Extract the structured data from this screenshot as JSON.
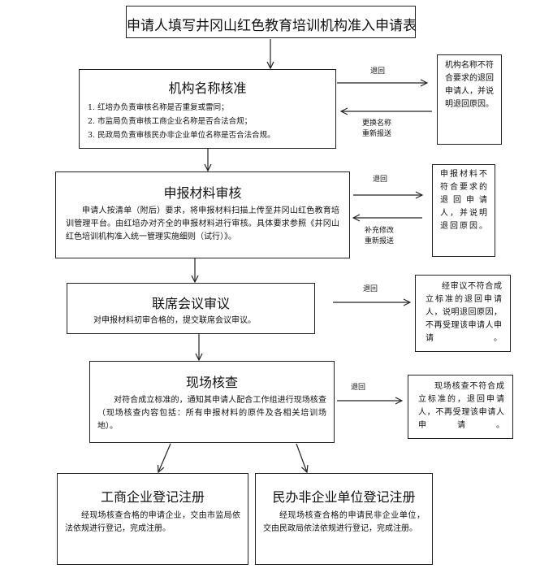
{
  "header": {
    "title": "申请人填写井冈山红色教育培训机构准入申请表"
  },
  "step1": {
    "title": "机构名称核准",
    "items": [
      "1.   红培办负责审核名称是否重复或雷同；",
      "2.   市监局负责审核工商企业名称是否合法合规；",
      "3.   民政局负责审核民办非企业单位名称是否合法合规。"
    ],
    "return_label": "退回",
    "resubmit_label_1": "更换名称",
    "resubmit_label_2": "重新报送",
    "reject_text": "机构名称不符合要求的退回申请人，并说明退回原因。"
  },
  "step2": {
    "title": "申报材料审核",
    "text": "申请人按清单（附后）要求，将申报材料扫描上传至井冈山红色教育培训管理平台。由红培办对齐全的申报材料进行审核。具体要求参照《井冈山红色培训机构准入统一管理实施细则（试行）》。",
    "return_label": "退回",
    "resubmit_label_1": "补充修改",
    "resubmit_label_2": "重新报送",
    "reject_text": "申报材料不符合要求的退回申请人，并说明退回原因。"
  },
  "step3": {
    "title": "联席会议审议",
    "text": "对申报材料初审合格的，提交联席会议审议。",
    "return_label": "退回",
    "reject_text": "经审议不符合成立标准的退回申请人，说明退回原因，不再受理该申请人申请。"
  },
  "step4": {
    "title": "现场核查",
    "text": "对符合成立标准的，通知其申请人配合工作组进行现场核查（现场核查内容包括：所有申报材料的原件及各相关培训场地）。",
    "return_label": "退回",
    "reject_text": "现场核查不符合成立标准的，退回申请人，不再受理该申请人申请。"
  },
  "final_left": {
    "title": "工商企业登记注册",
    "text": "经现场核查合格的申请企业，交由市监局依法依规进行登记，完成注册。"
  },
  "final_right": {
    "title": "民办非企业单位登记注册",
    "text": "经现场核查合格的申请民非企业单位，交由民政局依法依规进行登记，完成注册。"
  }
}
